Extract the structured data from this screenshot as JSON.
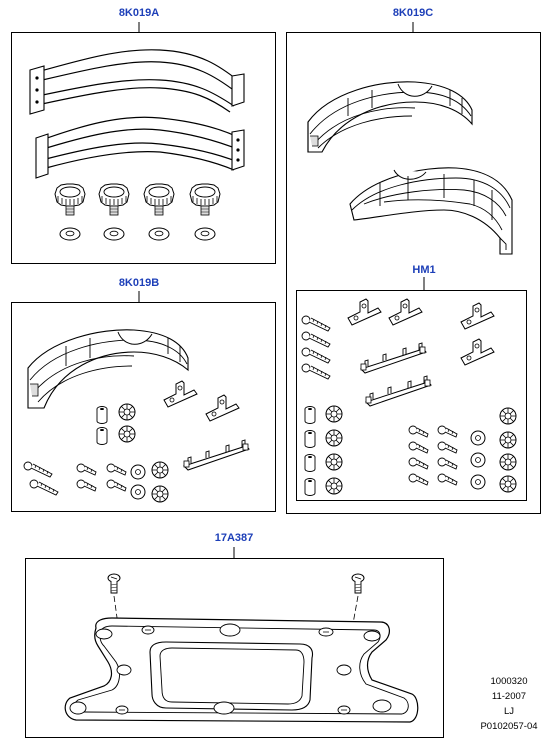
{
  "labels": {
    "kit_a": "8K019A",
    "kit_c": "8K019C",
    "kit_b": "8K019B",
    "hm1": "HM1",
    "plate": "17A387"
  },
  "footer": {
    "line1": "1000320",
    "line2": "11-2007",
    "line3": "LJ",
    "line4": "P0102057-04"
  },
  "colors": {
    "label": "#1d3fb8",
    "stroke": "#000000",
    "fill": "#ffffff",
    "shade": "#dcdcdc"
  }
}
